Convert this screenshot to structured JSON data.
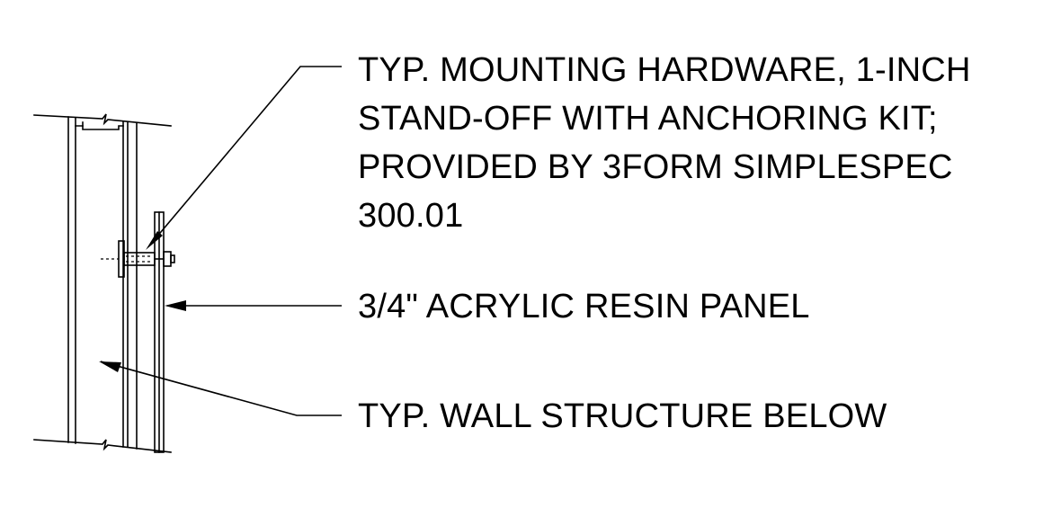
{
  "callouts": {
    "hardware": {
      "lines": [
        "TYP. MOUNTING HARDWARE, 1-INCH",
        "STAND-OFF WITH ANCHORING KIT;",
        "PROVIDED BY 3FORM SIMPLESPEC",
        "300.01"
      ]
    },
    "panel": {
      "text": "3/4\" ACRYLIC RESIN PANEL"
    },
    "wall": {
      "text": "TYP. WALL STRUCTURE BELOW"
    }
  },
  "colors": {
    "line": "#000000",
    "background": "#ffffff"
  }
}
